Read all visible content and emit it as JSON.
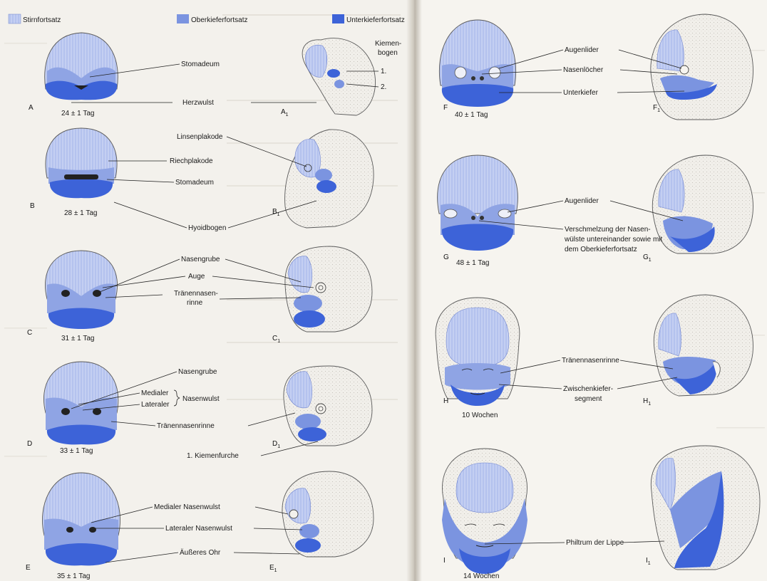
{
  "legend": {
    "stirn": {
      "label": "Stirnfortsatz",
      "color": "#b9c6ee"
    },
    "oberkiefer": {
      "label": "Oberkieferfortsatz",
      "color": "#7b94e0"
    },
    "unterkiefer": {
      "label": "Unterkieferfortsatz",
      "color": "#3d63d8"
    }
  },
  "stages": {
    "A": {
      "letter": "A",
      "lateral": "A",
      "age": "24 ± 1 Tag"
    },
    "B": {
      "letter": "B",
      "lateral": "B",
      "age": "28 ± 1 Tag"
    },
    "C": {
      "letter": "C",
      "lateral": "C",
      "age": "31 ± 1 Tag"
    },
    "D": {
      "letter": "D",
      "lateral": "D",
      "age": "33 ± 1 Tag"
    },
    "E": {
      "letter": "E",
      "lateral": "E",
      "age": "35 ± 1 Tag"
    },
    "F": {
      "letter": "F",
      "lateral": "F",
      "age": "40 ± 1 Tag"
    },
    "G": {
      "letter": "G",
      "lateral": "G",
      "age": "48 ± 1 Tag"
    },
    "H": {
      "letter": "H",
      "lateral": "H",
      "age": "10 Wochen"
    },
    "I": {
      "letter": "I",
      "lateral": "I",
      "age": "14 Wochen"
    }
  },
  "sub1": "1",
  "labels": {
    "kiemenbogen": "Kiemen-",
    "kiemenbogen2": "bogen",
    "bogen1": "1.",
    "bogen2": "2.",
    "stomadeum": "Stomadeum",
    "herzwulst": "Herzwulst",
    "linsenplakode": "Linsenplakode",
    "riechplakode": "Riechplakode",
    "stomadeum2": "Stomadeum",
    "hyoidbogen": "Hyoidbogen",
    "nasengrube": "Nasengrube",
    "auge": "Auge",
    "traenennasen1": "Tränennasen-",
    "traenennasen2": "rinne",
    "nasengrube2": "Nasengrube",
    "medialer": "Medialer",
    "lateraler": "Lateraler",
    "nasenwulst": "Nasenwulst",
    "traenennasenrinne": "Tränennasenrinne",
    "kiemenfurche": "1. Kiemenfurche",
    "medialerNW": "Medialer Nasenwulst",
    "lateralerNW": "Lateraler Nasenwulst",
    "aeussereOhr": "Äußeres Ohr",
    "augenlider": "Augenlider",
    "nasenloecher": "Nasenlöcher",
    "unterkiefer": "Unterkiefer",
    "augenlider2": "Augenlider",
    "verschmelzung1": "Verschmelzung der Nasen-",
    "verschmelzung2": "wülste untereinander sowie mit",
    "verschmelzung3": "dem Oberkieferfortsatz",
    "traenennasenrinne2": "Tränennasenrinne",
    "zwischenkiefer1": "Zwischenkiefer-",
    "zwischenkiefer2": "segment",
    "philtrum": "Philtrum der Lippe"
  }
}
